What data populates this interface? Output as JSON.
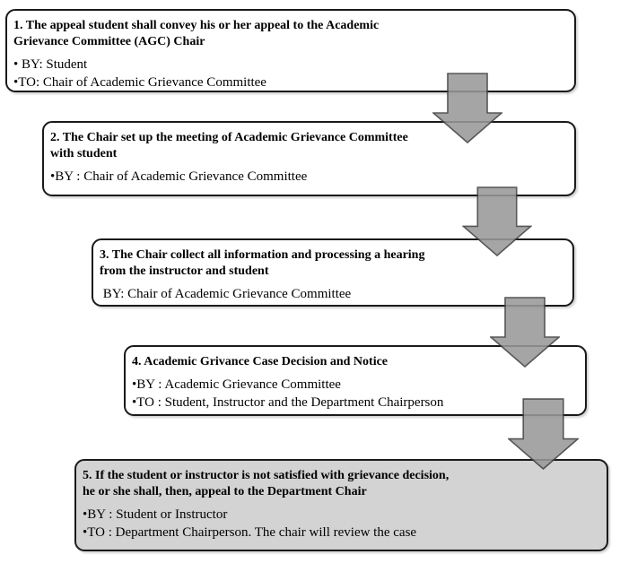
{
  "colors": {
    "box_border": "#1a1a1a",
    "box_fill": "#ffffff",
    "final_box_fill": "#d3d3d3",
    "arrow_fill": "#999999",
    "arrow_stroke": "#404040",
    "text": "#000000"
  },
  "flowchart": {
    "description": "Academic grievance appeal process flowchart, five steps connected by downward block arrows",
    "boxes": [
      {
        "step": "1",
        "title": "1. The appeal student shall convey his or her appeal to the Academic\nGrievance Committee (AGC) Chair",
        "lines": [
          "• BY: Student",
          "•TO: Chair of Academic Grievance Committee"
        ],
        "highlighted": false
      },
      {
        "step": "2",
        "title": "2. The Chair set up the meeting of Academic Grievance Committee\nwith student",
        "lines": [
          "•BY : Chair of Academic Grievance Committee"
        ],
        "highlighted": false
      },
      {
        "step": "3",
        "title": "3. The Chair collect all information and processing a hearing\nfrom the instructor and student",
        "lines": [
          " BY: Chair of Academic Grievance Committee"
        ],
        "highlighted": false
      },
      {
        "step": "4",
        "title": "4. Academic Grivance Case Decision and Notice",
        "lines": [
          "•BY : Academic Grievance Committee",
          "•TO : Student, Instructor and the Department Chairperson"
        ],
        "highlighted": false
      },
      {
        "step": "5",
        "title": "5. If the student or instructor is not satisfied with grievance decision,\nhe or she shall, then, appeal to the Department Chair",
        "lines": [
          "•BY : Student or Instructor",
          "•TO : Department Chairperson. The chair will review the case"
        ],
        "highlighted": true
      }
    ],
    "arrows": [
      {
        "name": "arrow-step1-to-step2",
        "direction": "down"
      },
      {
        "name": "arrow-step2-to-step3",
        "direction": "down"
      },
      {
        "name": "arrow-step3-to-step4",
        "direction": "down"
      },
      {
        "name": "arrow-step4-to-step5",
        "direction": "down"
      }
    ]
  }
}
